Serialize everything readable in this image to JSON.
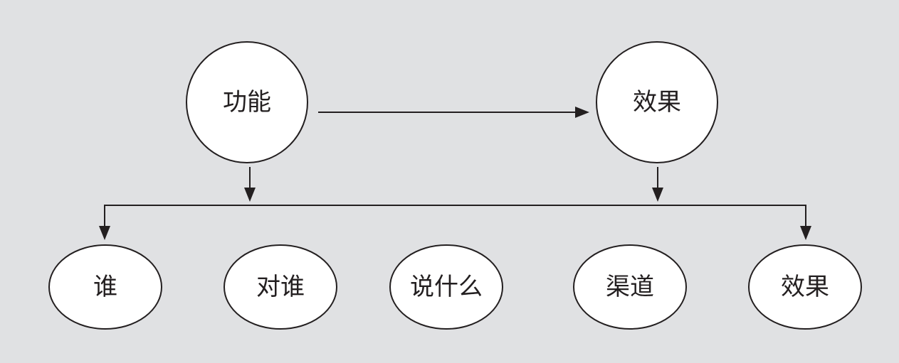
{
  "diagram": {
    "top_nodes": {
      "function": "功能",
      "effect": "效果"
    },
    "bottom_nodes": [
      "谁",
      "对谁",
      "说什么",
      "渠道",
      "效果"
    ]
  },
  "colors": {
    "background": "#e0e1e3",
    "node_fill": "#ffffff",
    "line": "#231f20"
  }
}
